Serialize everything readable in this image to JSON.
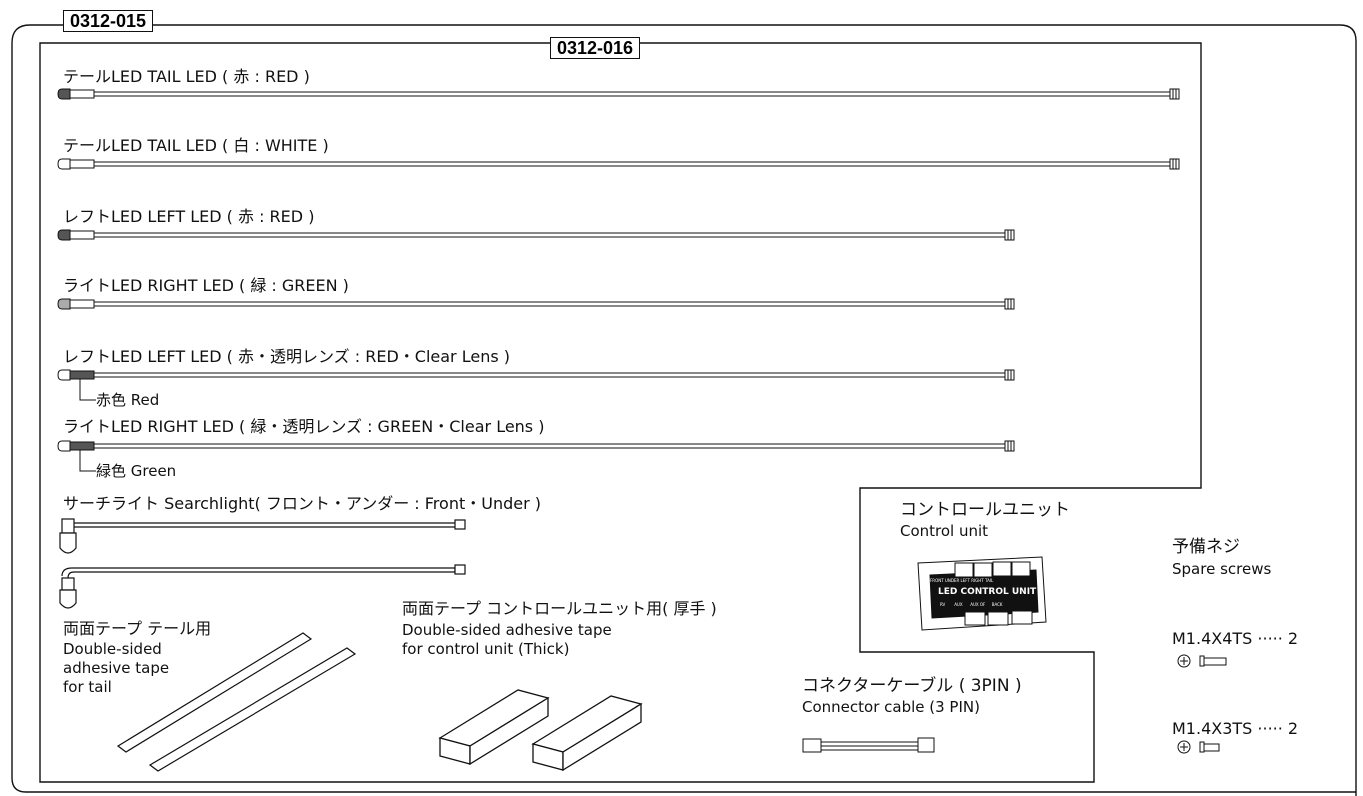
{
  "kit_code": "0312-015",
  "sub_code": "0312-016",
  "leds": [
    {
      "label": "テールLED  TAIL LED ( 赤 : RED )",
      "tip_color": "#555555"
    },
    {
      "label": "テールLED  TAIL LED ( 白 : WHITE )",
      "tip_color": "#ffffff"
    },
    {
      "label": "レフトLED  LEFT LED ( 赤 : RED )",
      "tip_color": "#555555"
    },
    {
      "label": "ライトLED  RIGHT LED ( 緑 : GREEN )",
      "tip_color": "#aaaaaa"
    },
    {
      "label": "レフトLED  LEFT LED ( 赤・透明レンズ : RED・Clear Lens )",
      "tip_color": "#ffffff",
      "sleeve": "赤色 Red"
    },
    {
      "label": "ライトLED  RIGHT LED ( 緑・透明レンズ : GREEN・Clear Lens )",
      "tip_color": "#ffffff",
      "sleeve": "緑色 Green"
    }
  ],
  "searchlight": {
    "label": "サーチライト Searchlight( フロント・アンダー : Front・Under )"
  },
  "tail_tape": {
    "line1": "両面テープ テール用",
    "line2": "Double-sided",
    "line3": "adhesive tape",
    "line4": "for tail"
  },
  "control_tape": {
    "line1": "両面テープ コントロールユニット用( 厚手 )",
    "line2": "Double-sided adhesive tape",
    "line3": "for control unit (Thick)"
  },
  "control_unit": {
    "label_jp": "コントロールユニット",
    "label_en": "Control unit",
    "panel_text": "LED CONTROL UNIT",
    "top_ports": "FRONT UNDER LEFT RIGHT TAIL",
    "bottom_ports": "RV       AUX      AUX OF     BACK"
  },
  "connector_cable": {
    "label_jp": "コネクターケーブル ( 3PIN )",
    "label_en": "Connector cable (3 PIN)"
  },
  "spare_screws": {
    "label_jp": "予備ネジ",
    "label_en": "Spare screws",
    "screws": [
      {
        "name": "M1.4X4TS ····· 2"
      },
      {
        "name": "M1.4X3TS ····· 2"
      }
    ]
  }
}
